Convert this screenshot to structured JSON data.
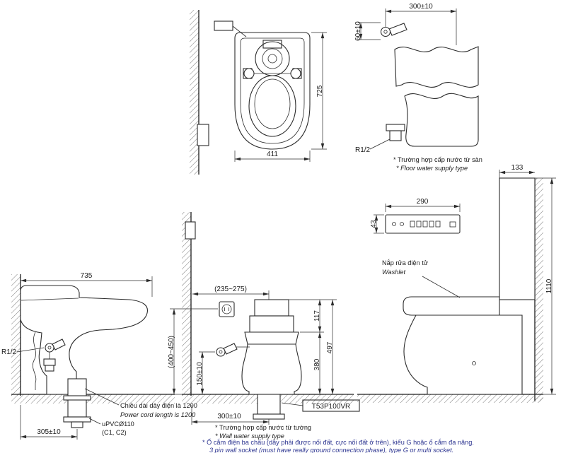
{
  "top_view": {
    "dim_height": "725",
    "dim_width": "411"
  },
  "floor_supply": {
    "dim_top": "300±10",
    "dim_side": "60±10",
    "thread": "R1/2",
    "note_vi": "* Trường hợp cấp nước từ sàn",
    "note_en": "* Floor water supply type"
  },
  "remote": {
    "dim_width": "290",
    "dim_height": "43"
  },
  "right_view": {
    "dim_depth": "133",
    "dim_total_height": "1110",
    "washlet_vi": "Nắp rửa điện tử",
    "washlet_en": "Washlet"
  },
  "left_view": {
    "dim_length": "735",
    "thread": "R1/2",
    "dim_drain": "305±10",
    "pipe": "uPVCØ110",
    "pipe_variant": "(C1, C2)",
    "cord_vi": "Chiều dài dây điện là 1200",
    "cord_en": "Power cord length is 1200"
  },
  "front_view": {
    "dim_socket": "(235~275)",
    "dim_117": "117",
    "dim_380": "380",
    "dim_497": "497",
    "dim_outlet_height": "(400~450)",
    "dim_valve_height": "150±10",
    "dim_drain": "300±10",
    "model": "T53P100VR",
    "note_vi": "* Trường hợp cấp nước từ tường",
    "note_en": "* Wall water supply type"
  },
  "footer": {
    "note_vi": "* Ổ cắm điện ba chấu (dây phải được nối đất, cực nối đất ở trên), kiểu G hoặc ổ cắm đa năng.",
    "note_en": "3 pin wall socket (must have really ground connection phase), type G or multi socket."
  }
}
